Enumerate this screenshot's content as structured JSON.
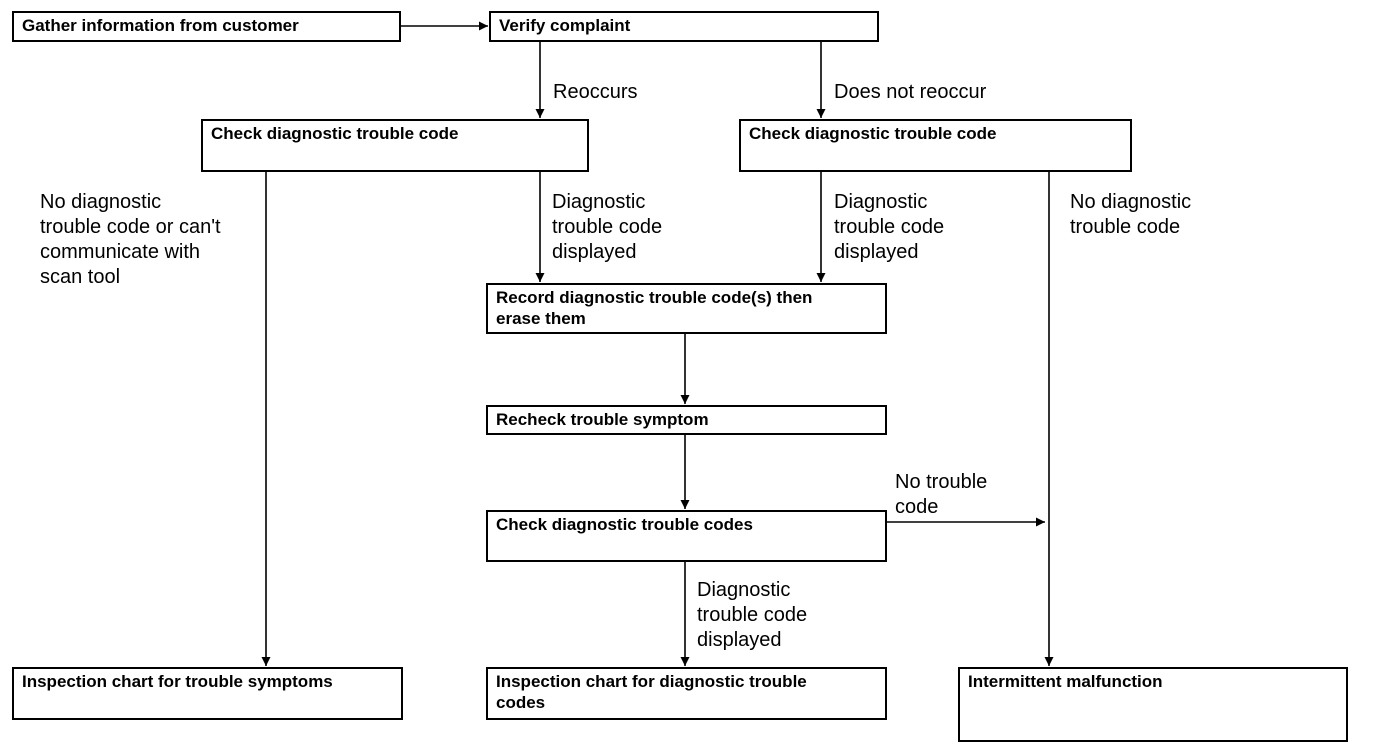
{
  "boxes": {
    "gather": "Gather information from customer",
    "verify": "Verify complaint",
    "check_left": "Check diagnostic trouble code",
    "check_right": "Check diagnostic trouble code",
    "record": "Record diagnostic trouble code(s) then\nerase them",
    "recheck": "Recheck trouble symptom",
    "check_codes": "Check diagnostic trouble codes",
    "inspect_symptoms": "Inspection chart for trouble symptoms",
    "inspect_codes": "Inspection chart for diagnostic trouble\ncodes",
    "intermittent": "Intermittent malfunction"
  },
  "labels": {
    "reoccurs": "Reoccurs",
    "not_reoccur": "Does not reoccur",
    "no_dtc_or_comm": "No diagnostic\ntrouble code or can't\ncommunicate with\nscan tool",
    "dtc_displayed_left": "Diagnostic\ntrouble code\ndisplayed",
    "dtc_displayed_right": "Diagnostic\ntrouble code\ndisplayed",
    "no_dtc_right": "No diagnostic\ntrouble code",
    "no_trouble_code": "No trouble\ncode",
    "dtc_displayed_bottom": "Diagnostic\ntrouble code\ndisplayed"
  }
}
